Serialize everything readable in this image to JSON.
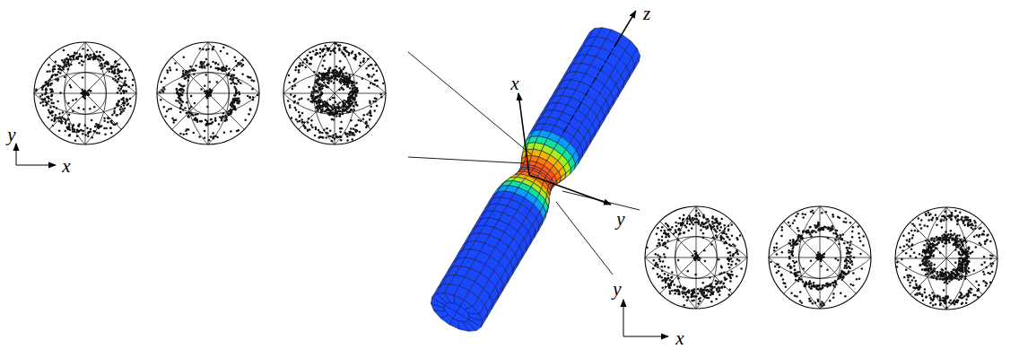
{
  "diagram": {
    "labels": [
      "z",
      "x",
      "y",
      "y",
      "x",
      "y",
      "x"
    ]
  }
}
